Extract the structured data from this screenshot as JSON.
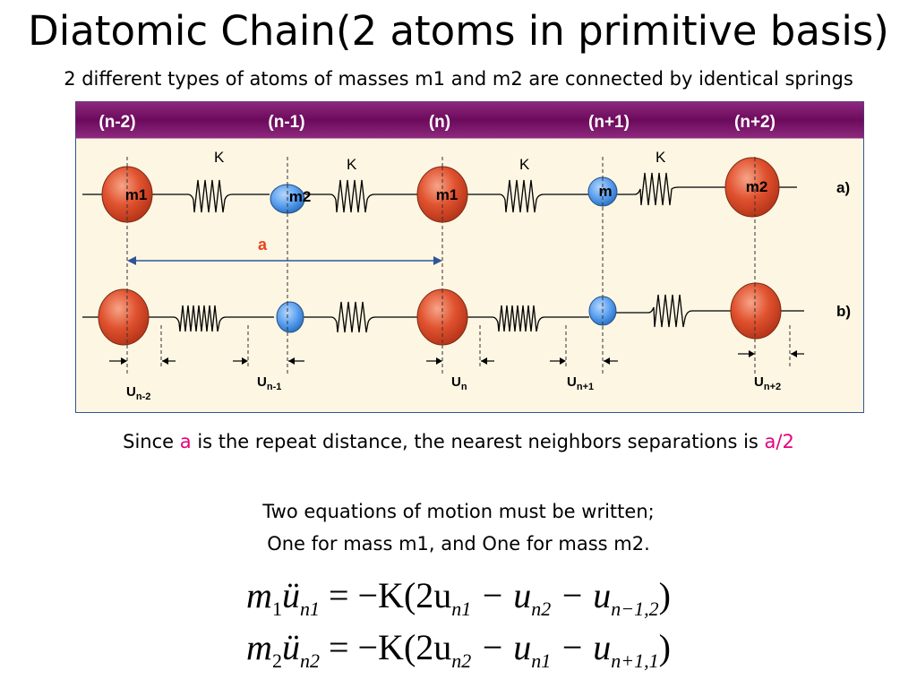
{
  "slide": {
    "title": "Diatomic Chain(2 atoms in primitive basis)",
    "subtitle": "2 different types of atoms of masses m1 and m2 are connected by identical springs"
  },
  "figure": {
    "header_labels": [
      "(n-2)",
      "(n-1)",
      "(n)",
      "(n+1)",
      "(n+2)"
    ],
    "spring_label": "K",
    "row_a": {
      "label": "a)",
      "atoms": [
        "m1",
        "m2",
        "m1",
        "m",
        "m2"
      ]
    },
    "row_b": {
      "label": "b)"
    },
    "lattice_label": "a",
    "displacements": {
      "base": "U",
      "subs": [
        "n-2",
        "n-1",
        "n",
        "n+1",
        "n+2"
      ]
    },
    "colors": {
      "header_band": "#7a0e6a",
      "panel_bg": "#fdf6e3",
      "heavy_atom": "#e0522f",
      "light_atom": "#5aa0ef",
      "lattice_arrow": "#2f5597",
      "highlight": "#e6007e"
    }
  },
  "note": {
    "prefix": "Since ",
    "a1": "a",
    "middle": " is the repeat distance, the nearest neighbors separations is ",
    "a2": "a/2"
  },
  "equations": {
    "intro_1": "Two equations of motion must be written;",
    "intro_2": "One for mass m1, and One for mass m2.",
    "eq1": {
      "mass": "m",
      "mass_sub": "1",
      "accel": "ü",
      "accel_sub": "n1",
      "rhs": "= −K(2u",
      "t1": "n1",
      "m1": " − u",
      "t2": "n2",
      "m2": " − u",
      "t3": "n−1,2",
      "close": ")"
    },
    "eq2": {
      "mass": "m",
      "mass_sub": "2",
      "accel": "ü",
      "accel_sub": "n2",
      "rhs": "= −K(2u",
      "t1": "n2",
      "m1": " − u",
      "t2": "n1",
      "m2": " − u",
      "t3": "n+1,1",
      "close": ")"
    }
  }
}
